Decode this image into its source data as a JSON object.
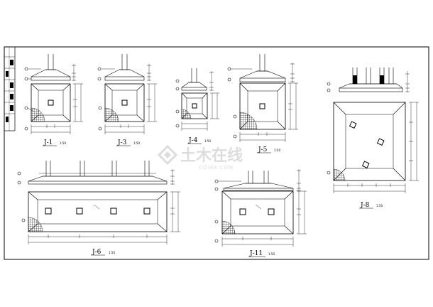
{
  "title_block": {
    "text_1": "",
    "text_2": ""
  },
  "footings": [
    {
      "id": "j1",
      "label": "J-1",
      "scale": "1:50"
    },
    {
      "id": "j3",
      "label": "J-3",
      "scale": "1:50"
    },
    {
      "id": "j4",
      "label": "J-4",
      "scale": "1:50"
    },
    {
      "id": "j5",
      "label": "J-5",
      "scale": "1:50"
    },
    {
      "id": "j8",
      "label": "J-8",
      "scale": "1:50"
    },
    {
      "id": "j6",
      "label": "J-6",
      "scale": "1:50"
    },
    {
      "id": "j11",
      "label": "J-11",
      "scale": "1:50"
    }
  ],
  "watermark": {
    "brand": "土木在线",
    "site": "COI88.COM"
  },
  "colors": {
    "line": "#000000",
    "border": "#000000",
    "watermark": "#d8d8d8"
  }
}
